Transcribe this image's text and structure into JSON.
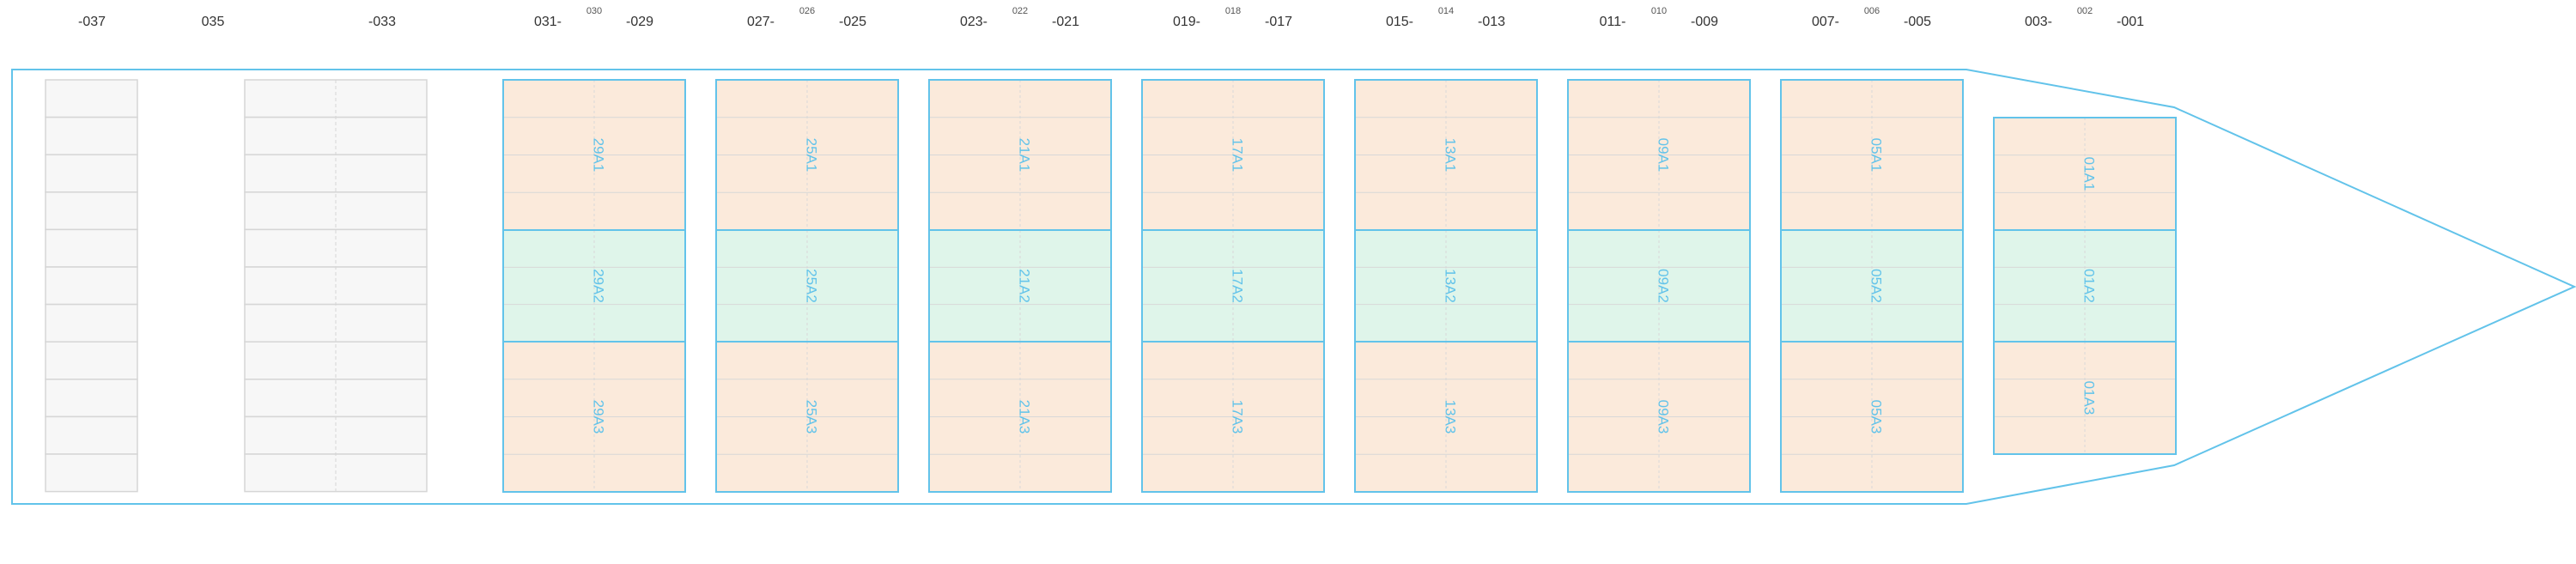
{
  "colors": {
    "hull_stroke": "#62c3ea",
    "hold_outline": "#62c3ea",
    "hold_outer_fill": "#fbeadb",
    "hold_middle_fill": "#dff5ea",
    "empty_fill": "#f7f7f7",
    "empty_stroke": "#d6d6d6",
    "label_color": "#62c3ea",
    "grid_line": "#d8d8d8"
  },
  "bay_numbers": [
    {
      "id": "037",
      "text": "-037"
    },
    {
      "id": "035",
      "text": "035"
    },
    {
      "id": "033",
      "text": "-033"
    },
    {
      "id": "031",
      "text": "031-"
    },
    {
      "id": "030",
      "text": "030"
    },
    {
      "id": "029",
      "text": "-029"
    },
    {
      "id": "027",
      "text": "027-"
    },
    {
      "id": "026",
      "text": "026"
    },
    {
      "id": "025",
      "text": "-025"
    },
    {
      "id": "023",
      "text": "023-"
    },
    {
      "id": "022",
      "text": "022"
    },
    {
      "id": "021",
      "text": "-021"
    },
    {
      "id": "019",
      "text": "019-"
    },
    {
      "id": "018",
      "text": "018"
    },
    {
      "id": "017",
      "text": "-017"
    },
    {
      "id": "015",
      "text": "015-"
    },
    {
      "id": "014",
      "text": "014"
    },
    {
      "id": "013",
      "text": "-013"
    },
    {
      "id": "011",
      "text": "011-"
    },
    {
      "id": "010",
      "text": "010"
    },
    {
      "id": "009",
      "text": "-009"
    },
    {
      "id": "007",
      "text": "007-"
    },
    {
      "id": "006",
      "text": "006"
    },
    {
      "id": "005",
      "text": "-005"
    },
    {
      "id": "003",
      "text": "003-"
    },
    {
      "id": "002",
      "text": "002"
    },
    {
      "id": "001",
      "text": "-001"
    }
  ],
  "holds": [
    {
      "bay": "29",
      "labels": [
        "29A1",
        "29A2",
        "29A3"
      ]
    },
    {
      "bay": "25",
      "labels": [
        "25A1",
        "25A2",
        "25A3"
      ]
    },
    {
      "bay": "21",
      "labels": [
        "21A1",
        "21A2",
        "21A3"
      ]
    },
    {
      "bay": "17",
      "labels": [
        "17A1",
        "17A2",
        "17A3"
      ]
    },
    {
      "bay": "13",
      "labels": [
        "13A1",
        "13A2",
        "13A3"
      ]
    },
    {
      "bay": "09",
      "labels": [
        "09A1",
        "09A2",
        "09A3"
      ]
    },
    {
      "bay": "05",
      "labels": [
        "05A1",
        "05A2",
        "05A3"
      ]
    },
    {
      "bay": "01",
      "labels": [
        "01A1",
        "01A2",
        "01A3"
      ]
    }
  ]
}
